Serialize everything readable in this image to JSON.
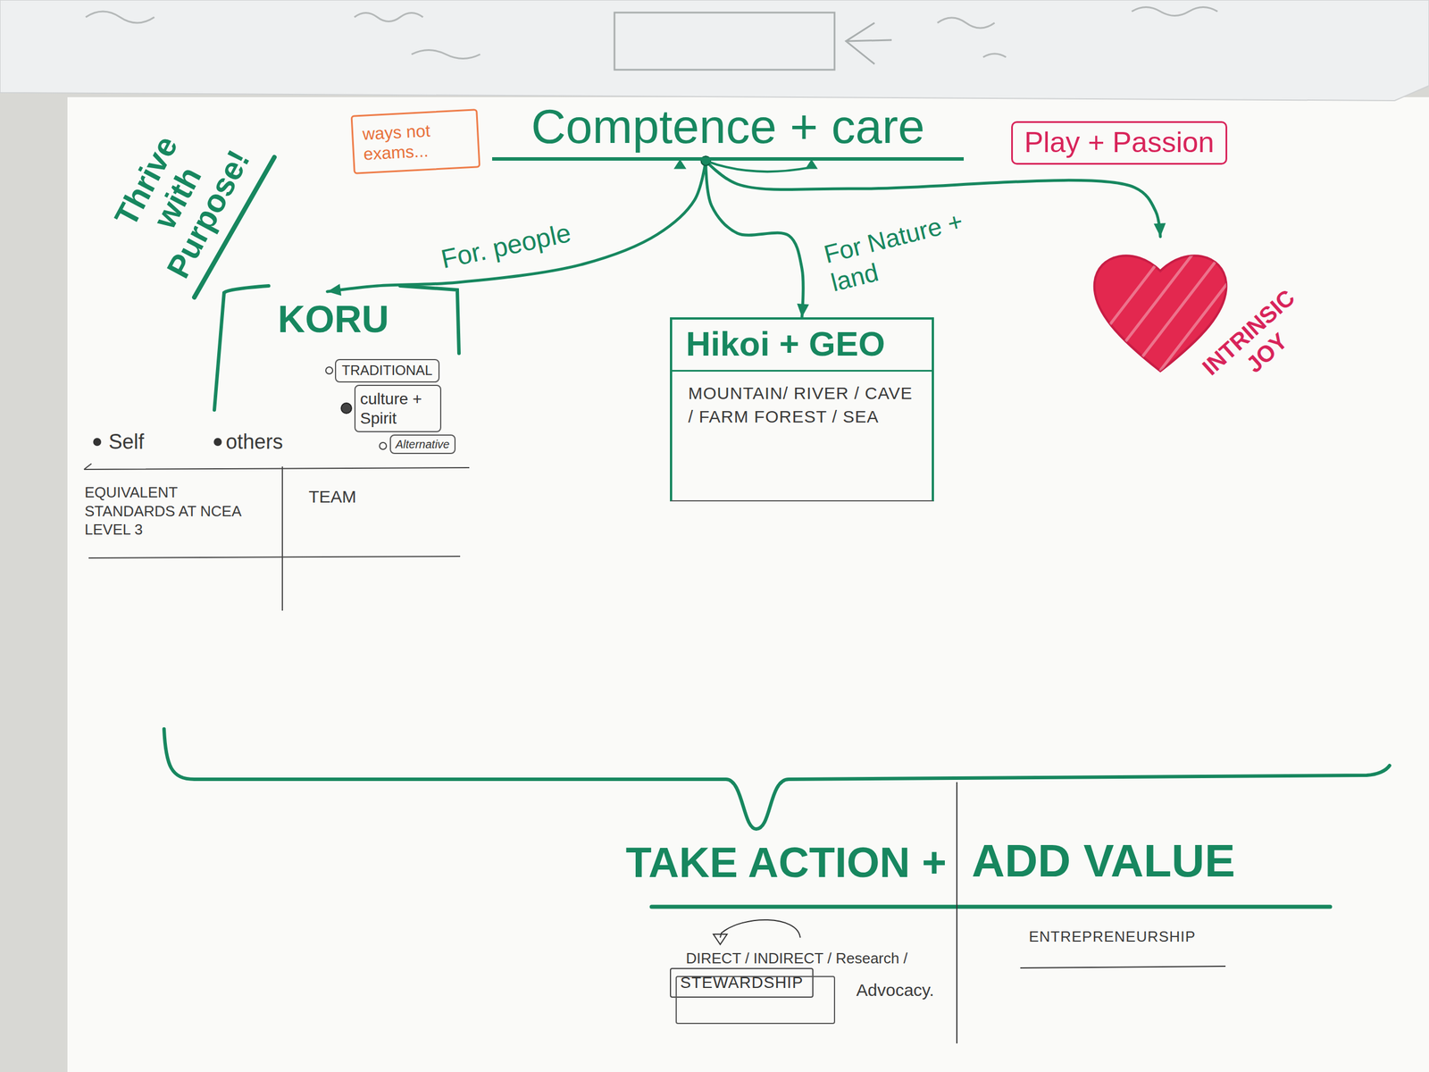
{
  "diagram": {
    "nodes": [
      {
        "text": [
          "ways not exams..."
        ]
      },
      {
        "text": [
          "Comptence + care"
        ]
      },
      {
        "text": [
          "Play + Passion"
        ]
      },
      {
        "text": [
          "KORU"
        ]
      },
      {
        "text": [
          "TRADITIONAL"
        ]
      },
      {
        "text": [
          "culture + Spirit"
        ]
      },
      {
        "text": [
          "Alternative"
        ]
      },
      {
        "text": [
          "Hikoi + GEO",
          "MOUNTAIN/ RIVER / CAVE / FARM FOREST / SEA"
        ]
      },
      {
        "text": [
          "INTRINSIC JOY"
        ]
      },
      {
        "text": [
          "STEWARDSHIP"
        ]
      }
    ],
    "edges": [
      {
        "from": 1,
        "to": 3,
        "arrow": "to",
        "label": "For. people"
      },
      {
        "from": 1,
        "to": 7,
        "arrow": "to",
        "label": "For Nature + land"
      },
      {
        "from": 1,
        "to": 8,
        "arrow": "to"
      }
    ],
    "labels": [
      "Thrive with Purpose!",
      "Self",
      "others",
      "EQUIVALENT STANDARDS AT NCEA LEVEL 3",
      "TEAM",
      "TAKE ACTION +",
      "ADD VALUE",
      "DIRECT / INDIRECT / Research /",
      "Advocacy.",
      "ENTREPRENEURSHIP"
    ]
  }
}
